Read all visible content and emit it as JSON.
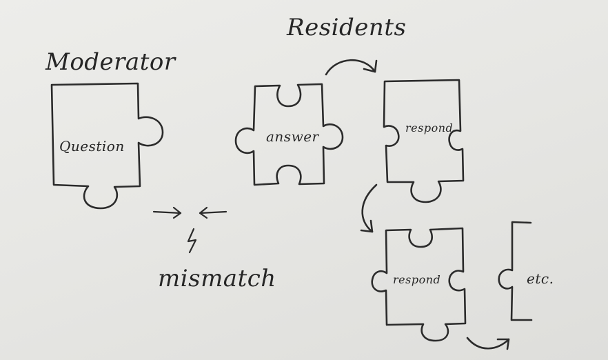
{
  "labels": {
    "moderator": "Moderator",
    "residents": "Residents",
    "question": "Question",
    "answer": "answer",
    "respond_1": "respond",
    "respond_2": "respond",
    "etc": "etc.",
    "mismatch": "mismatch"
  },
  "colors": {
    "paper": "#e9e9e6",
    "ink": "#2b2b2b"
  }
}
